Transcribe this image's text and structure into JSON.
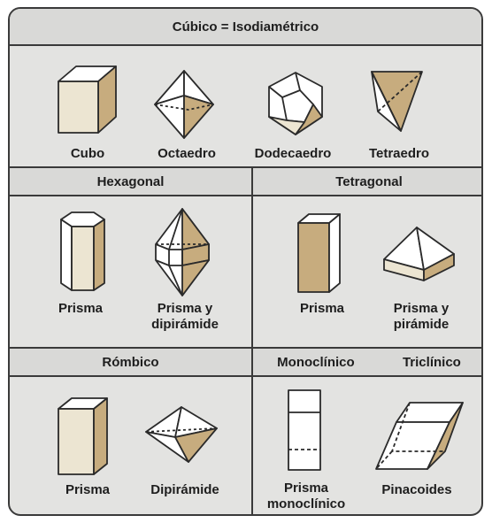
{
  "sections": {
    "cubic": {
      "header": "Cúbico = Isodiamétrico",
      "shapes": [
        {
          "label": "Cubo",
          "icon": "cube-icon"
        },
        {
          "label": "Octaedro",
          "icon": "octahedron-icon"
        },
        {
          "label": "Dodecaedro",
          "icon": "dodecahedron-icon"
        },
        {
          "label": "Tetraedro",
          "icon": "tetrahedron-icon"
        }
      ]
    },
    "hexagonal": {
      "header": "Hexagonal",
      "shapes": [
        {
          "label": "Prisma",
          "icon": "hexagonal-prism-icon"
        },
        {
          "label": "Prisma y\ndipirámide",
          "icon": "hexagonal-prism-dipyramid-icon"
        }
      ]
    },
    "tetragonal": {
      "header": "Tetragonal",
      "shapes": [
        {
          "label": "Prisma",
          "icon": "tetragonal-prism-icon"
        },
        {
          "label": "Prisma y\npirámide",
          "icon": "tetragonal-prism-pyramid-icon"
        }
      ]
    },
    "rombico": {
      "header": "Rómbico",
      "shapes": [
        {
          "label": "Prisma",
          "icon": "rhombic-prism-icon"
        },
        {
          "label": "Dipirámide",
          "icon": "rhombic-dipyramid-icon"
        }
      ]
    },
    "monoclinico": {
      "header": "Monoclínico",
      "shapes": [
        {
          "label": "Prisma\nmonoclínico",
          "icon": "monoclinic-prism-icon"
        }
      ]
    },
    "triclinico": {
      "header": "Triclínico",
      "shapes": [
        {
          "label": "Pinacoides",
          "icon": "pinacoid-icon"
        }
      ]
    }
  },
  "colors": {
    "tan": "#c7ac7e",
    "light_tan": "#ece5d2",
    "white": "#ffffff",
    "background": "#e3e3e1",
    "border": "#3a3a3a"
  }
}
